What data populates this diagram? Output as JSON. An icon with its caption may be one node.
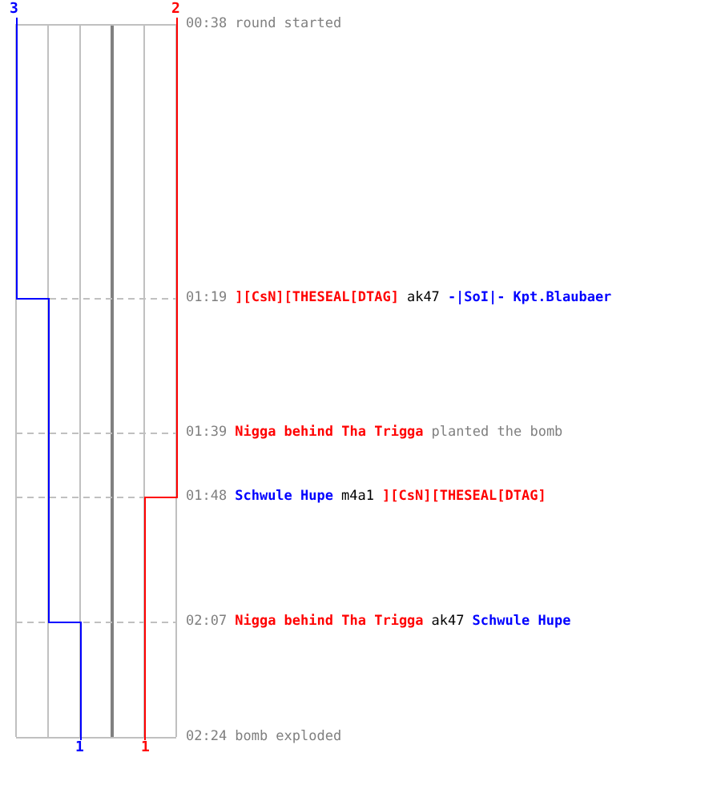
{
  "diagram": {
    "labels": [
      "3",
      "2",
      "00:38",
      "round started",
      "01:19",
      "][CsN][THESEAL[DTAG]",
      "ak47",
      "-|SoI|-",
      "Kpt.Blaubaer",
      "01:39",
      "Nigga behind Tha Trigga",
      "planted the bomb",
      "01:48",
      "Schwule Hupe",
      "m4a1",
      "][CsN][THESEAL[DTAG]",
      "02:07",
      "Nigga behind Tha Trigga",
      "ak47",
      "Schwule Hupe",
      "02:24",
      "bomb exploded",
      "1",
      "1"
    ]
  }
}
